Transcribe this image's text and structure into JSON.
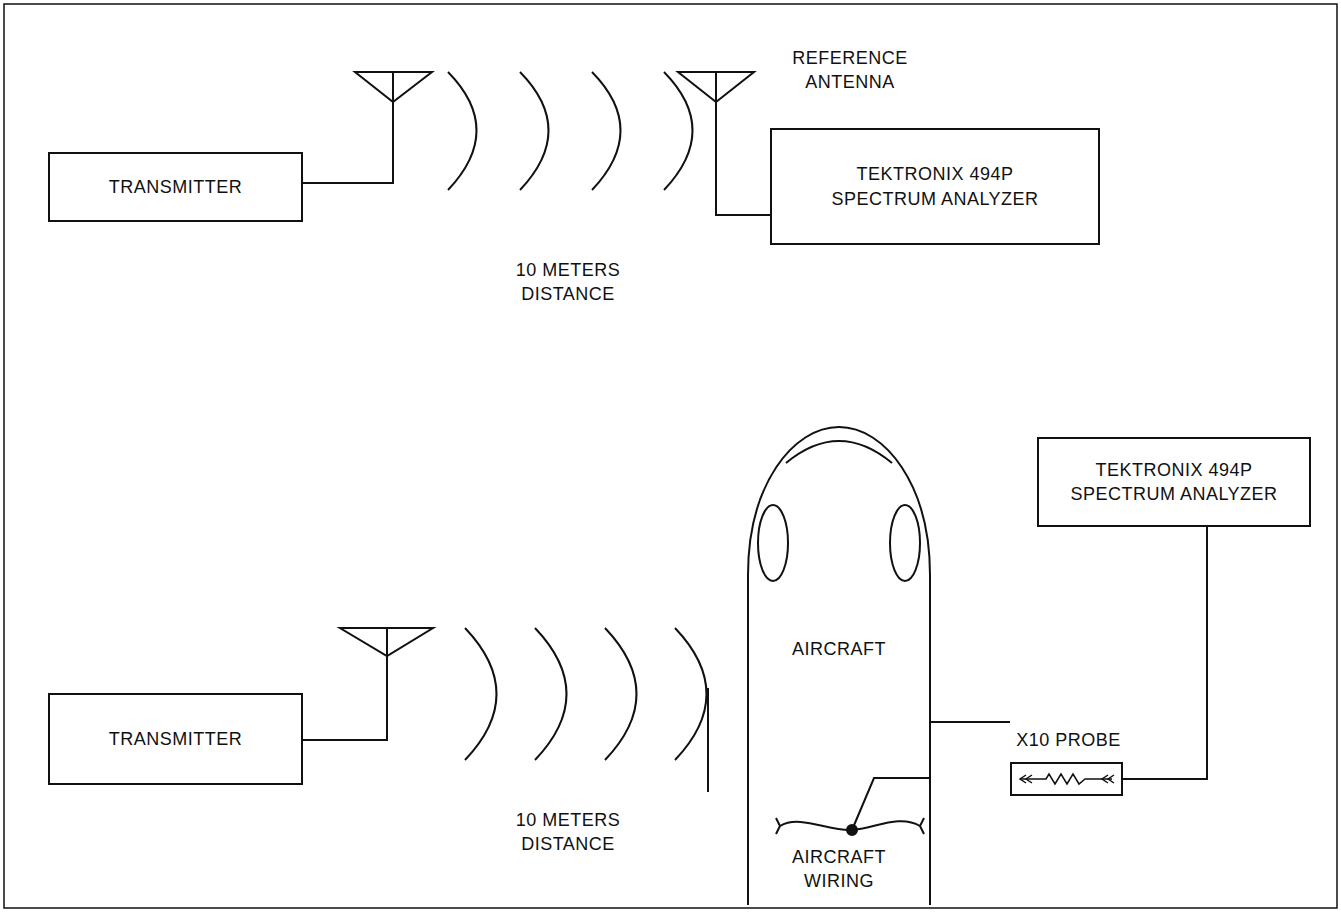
{
  "diagram": {
    "nodes": [
      {
        "text": [
          "TRANSMITTER"
        ]
      },
      {
        "text": [
          "TEKTRONIX 494P SPECTRUM ANALYZER"
        ]
      },
      {
        "text": [
          "TEKTRONIX 494P SPECTRUM ANALYZER"
        ]
      },
      {
        "text": [
          "AIRCRAFT",
          "AIRCRAFT WIRING"
        ]
      },
      {
        "text": [
          "TRANSMITTER"
        ]
      },
      {
        "text": [
          "X10 PROBE"
        ]
      }
    ],
    "edges": [
      {
        "from": 2,
        "to": 5,
        "arrow": "none"
      },
      {
        "from": 5,
        "to": 3,
        "arrow": "none"
      }
    ],
    "labels": [
      "REFERENCE ANTENNA",
      "10 METERS DISTANCE",
      "10 METERS DISTANCE"
    ]
  }
}
